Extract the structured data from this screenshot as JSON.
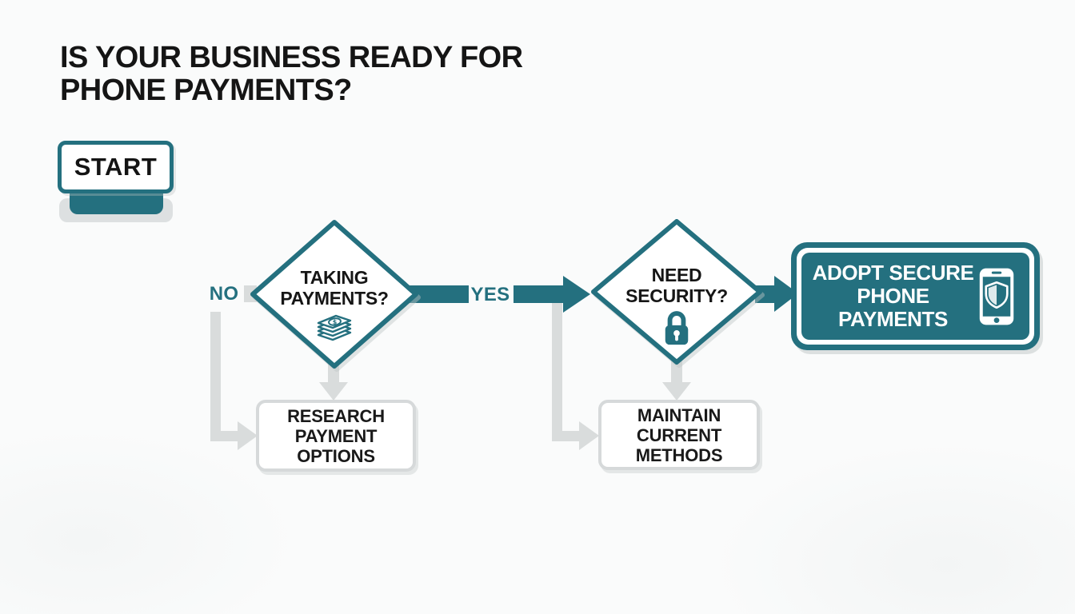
{
  "title": {
    "line1": "IS YOUR BUSINESS READY FOR",
    "line2": "PHONE PAYMENTS?"
  },
  "start_button": {
    "label": "START"
  },
  "flowchart": {
    "decision_taking_payments": {
      "line1": "TAKING",
      "line2": "PAYMENTS?",
      "icon": "money-stack-icon"
    },
    "decision_need_security": {
      "line1": "NEED",
      "line2": "SECURITY?",
      "icon": "padlock-icon"
    },
    "edge_labels": {
      "no": "NO",
      "yes": "YES"
    },
    "node_research": {
      "line1": "RESEARCH",
      "line2": "PAYMENT",
      "line3": "OPTIONS"
    },
    "node_maintain": {
      "line1": "MAINTAIN",
      "line2": "CURRENT",
      "line3": "METHODS"
    },
    "node_adopt": {
      "line1": "ADOPT SECURE",
      "line2": "PHONE PAYMENTS",
      "icon": "phone-shield-icon"
    }
  },
  "colors": {
    "teal": "#24707F",
    "connector_gray": "#D9DCDC",
    "box_border_gray": "#D6D9DA",
    "text_black": "#151515",
    "background": "#FAFBFB",
    "white": "#FFFFFF"
  }
}
